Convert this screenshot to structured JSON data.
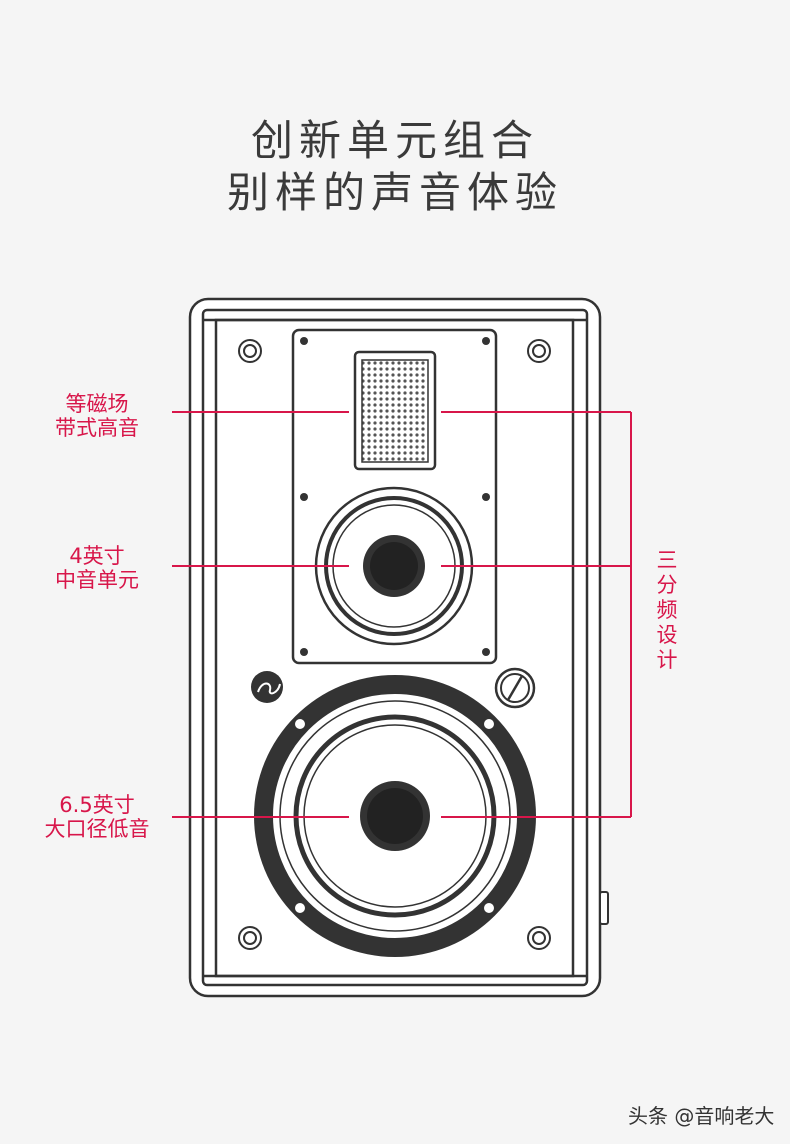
{
  "heading": {
    "line1": "创新单元组合",
    "line2": "别样的声音体验"
  },
  "callouts": {
    "tweeter": {
      "line1": "等磁场",
      "line2": "带式高音"
    },
    "midrange": {
      "line1": "4英寸",
      "line2": "中音单元"
    },
    "woofer": {
      "line1": "6.5英寸",
      "line2": "大口径低音"
    }
  },
  "crossover_label": [
    "三",
    "分",
    "频",
    "设",
    "计"
  ],
  "watermark": "头条 @音响老大",
  "colors": {
    "accent": "#d8164a",
    "outline": "#333333",
    "background": "#f5f5f5"
  }
}
